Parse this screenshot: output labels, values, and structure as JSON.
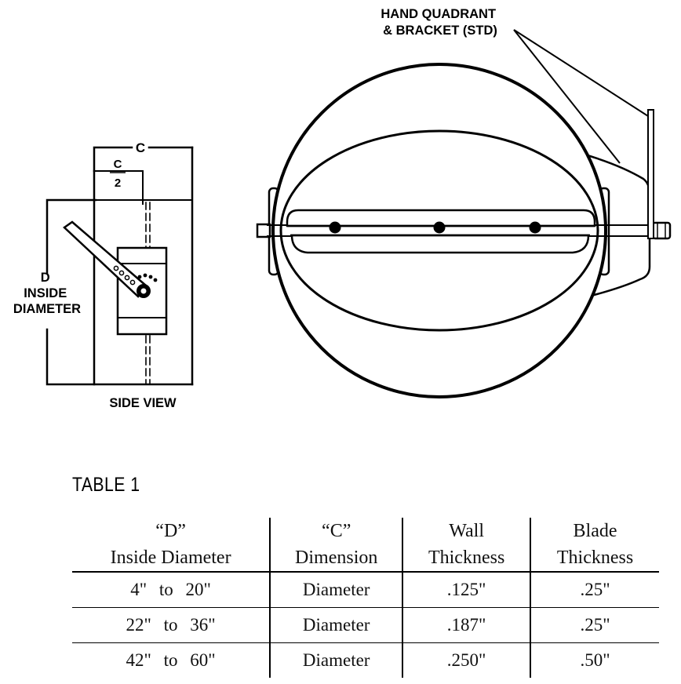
{
  "diagram": {
    "label_c": "C",
    "label_c_half_num": "C",
    "label_c_half_den": "2",
    "label_d_lines": [
      "D",
      "INSIDE",
      "DIAMETER"
    ],
    "label_side_view": "SIDE VIEW",
    "label_quadrant_lines": [
      "HAND QUADRANT",
      "& BRACKET (STD)"
    ]
  },
  "table": {
    "title": "TABLE 1",
    "headers": [
      {
        "line1": "“D”",
        "line2": "Inside Diameter"
      },
      {
        "line1": "“C”",
        "line2": "Dimension"
      },
      {
        "line1": "Wall",
        "line2": "Thickness"
      },
      {
        "line1": "Blade",
        "line2": "Thickness"
      }
    ],
    "rows": [
      {
        "range": "4\" to 20\"",
        "dimension": "Diameter",
        "wall": ".125\"",
        "blade": ".25\""
      },
      {
        "range": "22\" to 36\"",
        "dimension": "Diameter",
        "wall": ".187\"",
        "blade": ".25\""
      },
      {
        "range": "42\" to 60\"",
        "dimension": "Diameter",
        "wall": ".250\"",
        "blade": ".50\""
      }
    ]
  }
}
